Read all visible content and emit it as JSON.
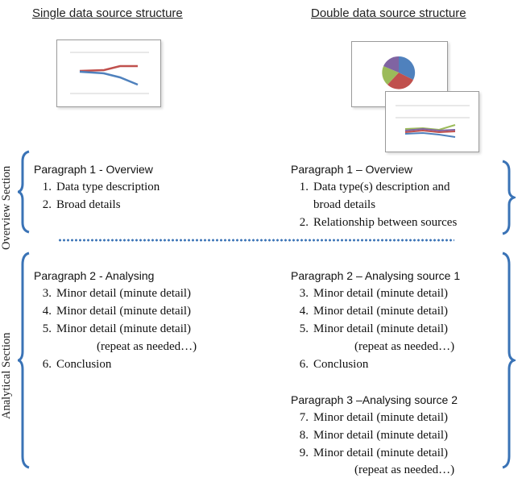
{
  "headers": {
    "single": "Single data source structure",
    "double": "Double data source structure"
  },
  "sections": {
    "overview": "Overview Section",
    "analytical": "Analytical Section"
  },
  "single": {
    "overview_title": "Paragraph 1 - Overview",
    "overview_items": [
      {
        "num": "1.",
        "text": "Data type description"
      },
      {
        "num": "2.",
        "text": "Broad details"
      }
    ],
    "analysing_title": "Paragraph 2 - Analysing",
    "analysing_items": [
      {
        "num": "3.",
        "text": "Minor detail (minute detail)"
      },
      {
        "num": "4.",
        "text": "Minor detail (minute detail)"
      },
      {
        "num": "5.",
        "text": "Minor detail (minute detail)"
      }
    ],
    "repeat_note": "(repeat as needed…)",
    "conclusion": {
      "num": "6.",
      "text": "Conclusion"
    }
  },
  "double": {
    "overview_title": "Paragraph 1 – Overview",
    "overview_items": [
      {
        "num": "1.",
        "text": "Data type(s) description and"
      },
      {
        "num": "",
        "text": "broad details"
      },
      {
        "num": "2.",
        "text": "Relationship between sources"
      }
    ],
    "analysing1_title": "Paragraph 2 – Analysing source 1",
    "analysing1_items": [
      {
        "num": "3.",
        "text": "Minor detail (minute detail)"
      },
      {
        "num": "4.",
        "text": "Minor detail (minute detail)"
      },
      {
        "num": "5.",
        "text": "Minor detail (minute detail)"
      }
    ],
    "repeat_note_1": "(repeat as needed…)",
    "conclusion": {
      "num": "6.",
      "text": "Conclusion"
    },
    "analysing2_title": "Paragraph 3 –Analysing source 2",
    "analysing2_items": [
      {
        "num": "7.",
        "text": "Minor detail (minute detail)"
      },
      {
        "num": "8.",
        "text": "Minor detail (minute detail)"
      },
      {
        "num": "9.",
        "text": "Minor detail (minute detail)"
      }
    ],
    "repeat_note_2": "(repeat as needed…)"
  },
  "colors": {
    "brace": "#3a73b6",
    "line_red": "#c0504d",
    "line_blue": "#4f81bd",
    "line_green": "#9bbb59",
    "line_purple": "#8064a2"
  }
}
